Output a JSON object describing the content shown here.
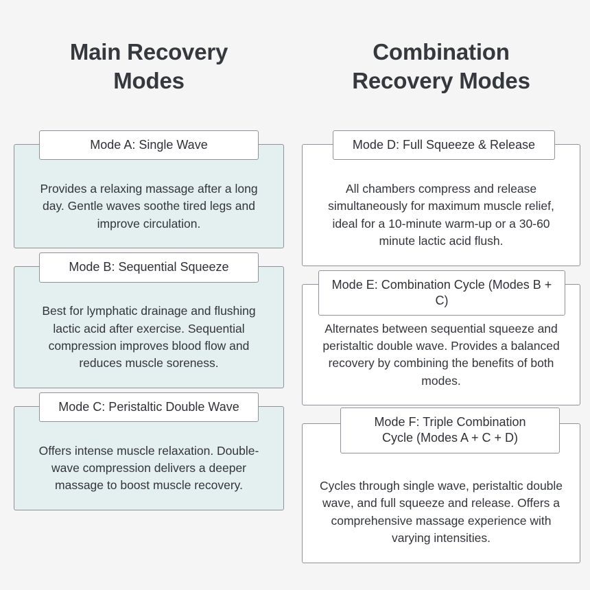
{
  "page": {
    "background_color": "#f5f5f5",
    "text_color": "#2f3136",
    "left_card_fill": "#e4eff0",
    "right_card_fill": "#ffffff",
    "border_color": "#8e9296"
  },
  "columns": [
    {
      "heading": "Main Recovery\nModes",
      "cards": [
        {
          "title": "Mode A: Single Wave",
          "body": "Provides a relaxing massage after a long day. Gentle waves soothe tired legs and improve circulation."
        },
        {
          "title": "Mode B: Sequential Squeeze",
          "body": "Best for lymphatic drainage and flushing lactic acid after exercise. Sequential compression improves blood flow and reduces muscle soreness."
        },
        {
          "title": "Mode C: Peristaltic Double Wave",
          "body": "Offers intense muscle relaxation. Double-wave compression delivers a deeper massage to boost muscle recovery."
        }
      ]
    },
    {
      "heading": "Combination\nRecovery Modes",
      "cards": [
        {
          "title": "Mode D: Full Squeeze & Release",
          "body": "All chambers compress and release simultaneously for maximum muscle relief, ideal for a 10-minute warm-up or a 30-60 minute lactic acid flush."
        },
        {
          "title": "Mode E: Combination Cycle (Modes B + C)",
          "body": "Alternates between sequential squeeze and peristaltic double wave. Provides a balanced recovery by combining the benefits of both modes."
        },
        {
          "title": "Mode F: Triple Combination\nCycle (Modes A + C + D)",
          "body": "Cycles through single wave, peristaltic double wave, and full squeeze and release. Offers a comprehensive massage experience with varying intensities."
        }
      ]
    }
  ]
}
